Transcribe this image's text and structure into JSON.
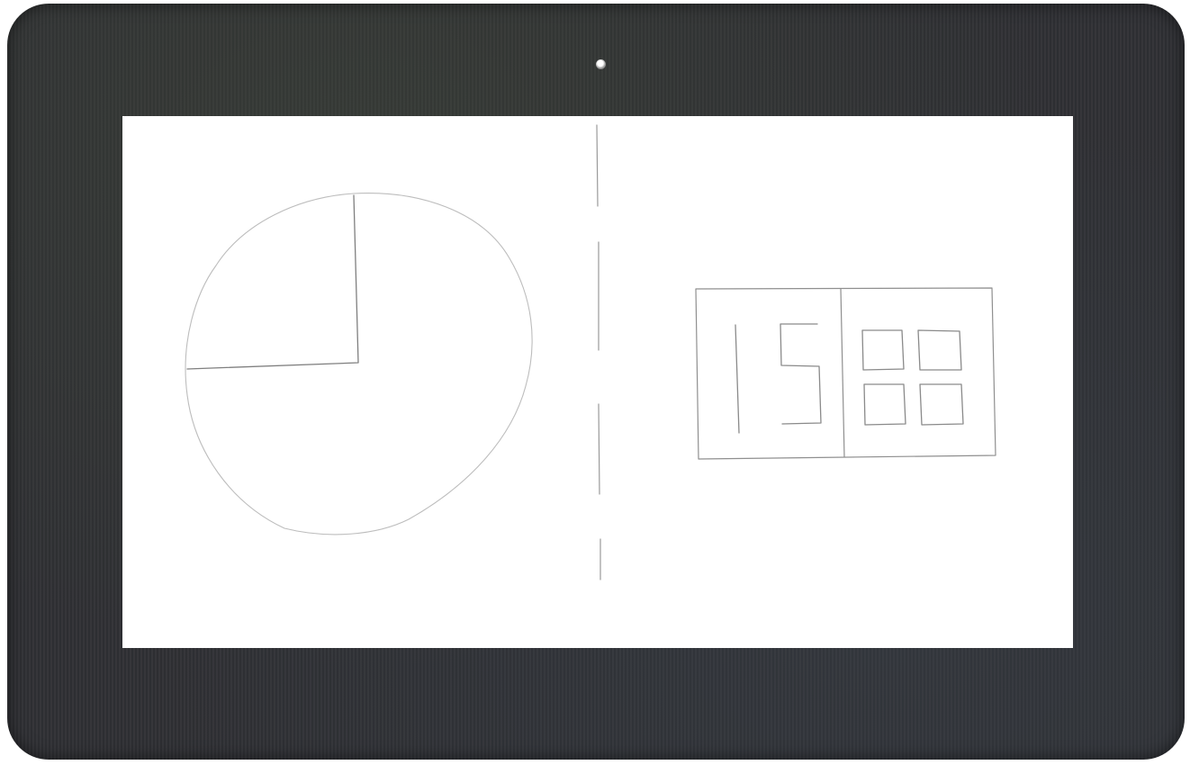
{
  "device": {
    "frame_color": "#2f3034",
    "screen_color": "#ffffff"
  },
  "sketch": {
    "stroke_color": "#8a8a8a",
    "pie_widget": {
      "highlighted_fraction": 0.25
    },
    "digital_clock_widget": {
      "digits": [
        "1",
        "5",
        "8",
        "8"
      ]
    }
  }
}
